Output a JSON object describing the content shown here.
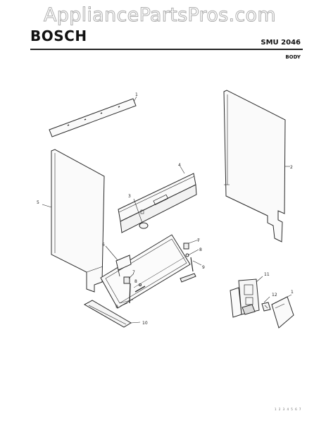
{
  "watermark": "AppliancePartsPros.com",
  "header": {
    "brand": "BOSCH",
    "model": "SMU 2046",
    "section": "BODY"
  },
  "callouts": [
    "1",
    "2",
    "3",
    "4",
    "5",
    "6",
    "7",
    "8",
    "9",
    "7",
    "8",
    "9",
    "10",
    "11",
    "12",
    "1"
  ],
  "footer_code": "1 2 3 4 5 6 7"
}
